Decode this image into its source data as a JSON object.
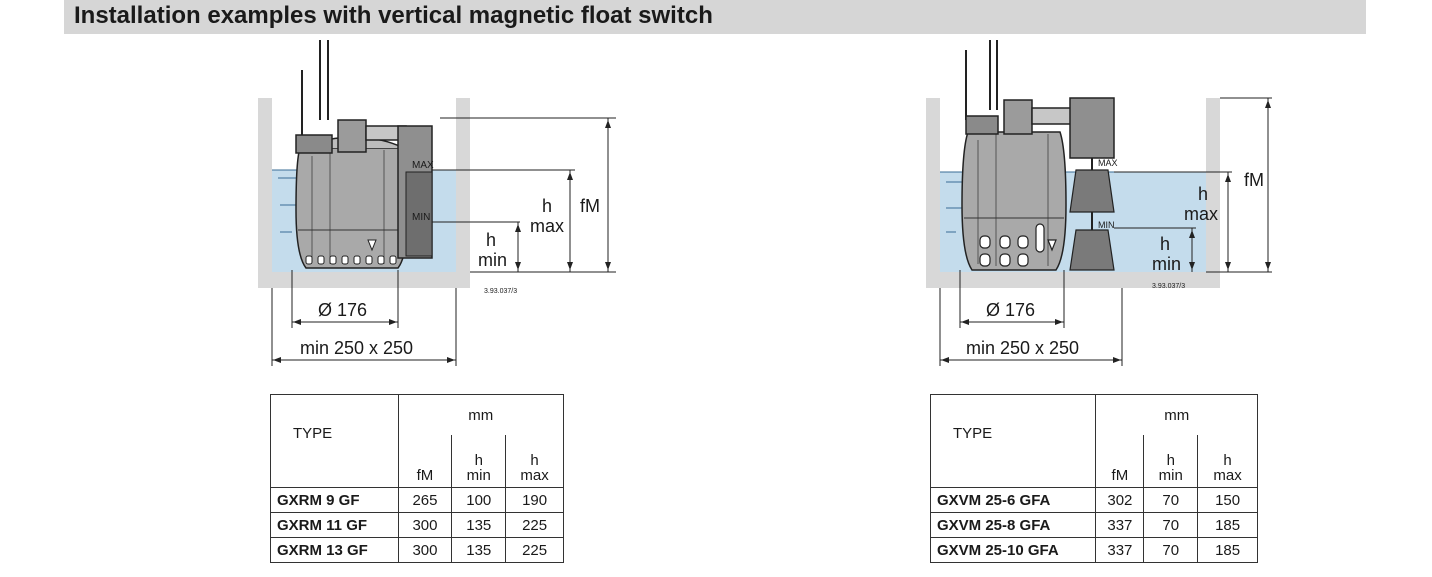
{
  "title": "Installation examples with vertical magnetic float switch",
  "diagrams": [
    {
      "labels": {
        "max_mark": "MAX",
        "min_mark": "MIN",
        "h_max": [
          "h",
          "max"
        ],
        "h_min": [
          "h",
          "min"
        ],
        "fM": "fM",
        "diameter": "Ø 176",
        "pit": "min 250 x 250",
        "ref": "3.93.037/3"
      }
    },
    {
      "labels": {
        "max_mark": "MAX",
        "min_mark": "MIN",
        "h_max": [
          "h",
          "max"
        ],
        "h_min": [
          "h",
          "min"
        ],
        "fM": "fM",
        "diameter": "Ø 176",
        "pit": "min 250 x 250",
        "ref": "3.93.037/3"
      }
    }
  ],
  "tables": [
    {
      "header": {
        "type": "TYPE",
        "unit": "mm",
        "fM": "fM",
        "h_min": [
          "h",
          "min"
        ],
        "h_max": [
          "h",
          "max"
        ]
      },
      "rows": [
        {
          "type": "GXRM  9 GF",
          "fM": "265",
          "h_min": "100",
          "h_max": "190"
        },
        {
          "type": "GXRM  11 GF",
          "fM": "300",
          "h_min": "135",
          "h_max": "225"
        },
        {
          "type": "GXRM  13 GF",
          "fM": "300",
          "h_min": "135",
          "h_max": "225"
        }
      ]
    },
    {
      "header": {
        "type": "TYPE",
        "unit": "mm",
        "fM": "fM",
        "h_min": [
          "h",
          "min"
        ],
        "h_max": [
          "h",
          "max"
        ]
      },
      "rows": [
        {
          "type": "GXVM  25-6 GFA",
          "fM": "302",
          "h_min": "70",
          "h_max": "150"
        },
        {
          "type": "GXVM  25-8 GFA",
          "fM": "337",
          "h_min": "70",
          "h_max": "185"
        },
        {
          "type": "GXVM  25-10 GFA",
          "fM": "337",
          "h_min": "70",
          "h_max": "185"
        }
      ]
    }
  ]
}
